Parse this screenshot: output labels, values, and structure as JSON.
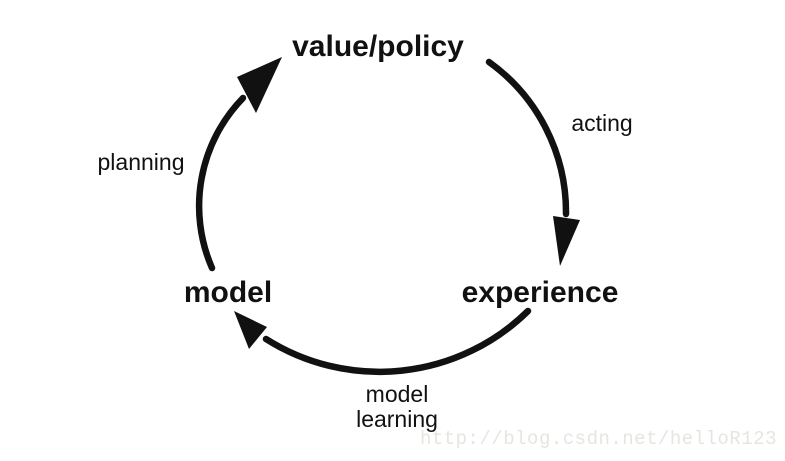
{
  "diagram": {
    "type": "cycle",
    "nodes": {
      "value_policy": {
        "label": "value/policy"
      },
      "experience": {
        "label": "experience"
      },
      "model": {
        "label": "model"
      }
    },
    "edges": {
      "acting": {
        "label": "acting",
        "from": "value/policy",
        "to": "experience"
      },
      "model_learning": {
        "label_line1": "model",
        "label_line2": "learning",
        "from": "experience",
        "to": "model"
      },
      "planning": {
        "label": "planning",
        "from": "model",
        "to": "value/policy"
      }
    }
  },
  "colors": {
    "ink": "#111111",
    "watermark": "#e7e5df",
    "background": "#ffffff"
  },
  "watermark": {
    "text": "http://blog.csdn.net/helloR123"
  }
}
